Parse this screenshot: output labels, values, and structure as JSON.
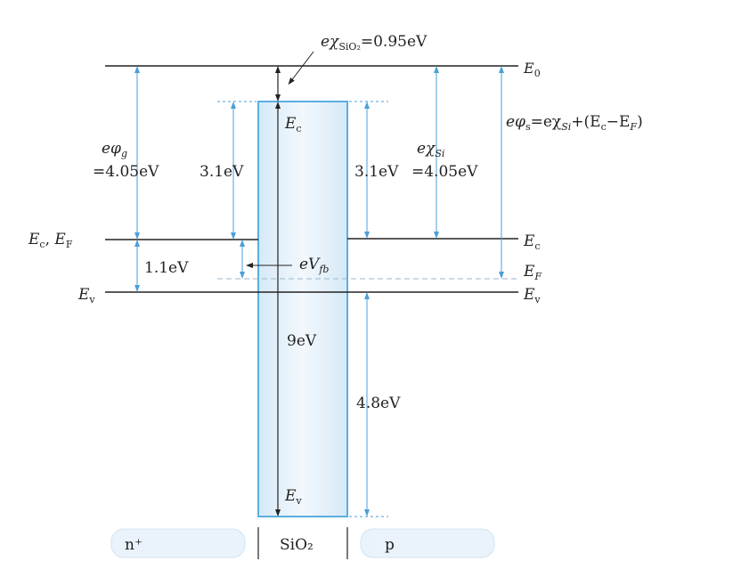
{
  "diagram": {
    "top_annotation": {
      "main": "eχ",
      "sub": "SiO₂",
      "rest": "=0.95eV"
    },
    "levels": {
      "E0": {
        "main": "E",
        "sub": "0"
      },
      "Ec_oxide": {
        "main": "E",
        "sub": "c"
      },
      "Ev_oxide": {
        "main": "E",
        "sub": "v"
      },
      "Ec_EF_left": {
        "a": "E",
        "asub": "c",
        "sep": ", ",
        "b": "E",
        "bsub": "F"
      },
      "Ev_left": {
        "main": "E",
        "sub": "v"
      },
      "Ec_right": {
        "main": "E",
        "sub": "c"
      },
      "EF_right": {
        "main": "E",
        "sub": "F"
      },
      "Ev_right": {
        "main": "E",
        "sub": "v"
      }
    },
    "labels": {
      "phi_g_line1": {
        "main": "eφ",
        "sub": "g"
      },
      "phi_g_line2": "=4.05eV",
      "gap_left_oxide": "3.1eV",
      "gap_right_oxide": "3.1eV",
      "chi_si_line1": {
        "main": "eχ",
        "sub": "Si"
      },
      "chi_si_line2": "=4.05eV",
      "phi_s": {
        "p1": "eφ",
        "p1sub": "s",
        "p2": "=eχ",
        "p2sub": "Si",
        "p3": "+(E",
        "p3sub": "c",
        "p4": "−E",
        "p4sub": "F",
        "p5": ")"
      },
      "bandgap_si": "1.1eV",
      "vfb": {
        "main": "eV",
        "sub": "fb"
      },
      "oxide_gap": "9eV",
      "valence_offset": "4.8eV"
    },
    "regions": [
      {
        "id": "n-plus",
        "label": "n⁺"
      },
      {
        "id": "sio2",
        "label": "SiO₂"
      },
      {
        "id": "p",
        "label": "p"
      }
    ],
    "colors": {
      "arrow_blue": "#4a9fd8",
      "oxide_fill": "#e6f1fa",
      "oxide_stroke": "#5aaee0",
      "line": "#222222",
      "dashed": "#9ab6c8"
    }
  }
}
